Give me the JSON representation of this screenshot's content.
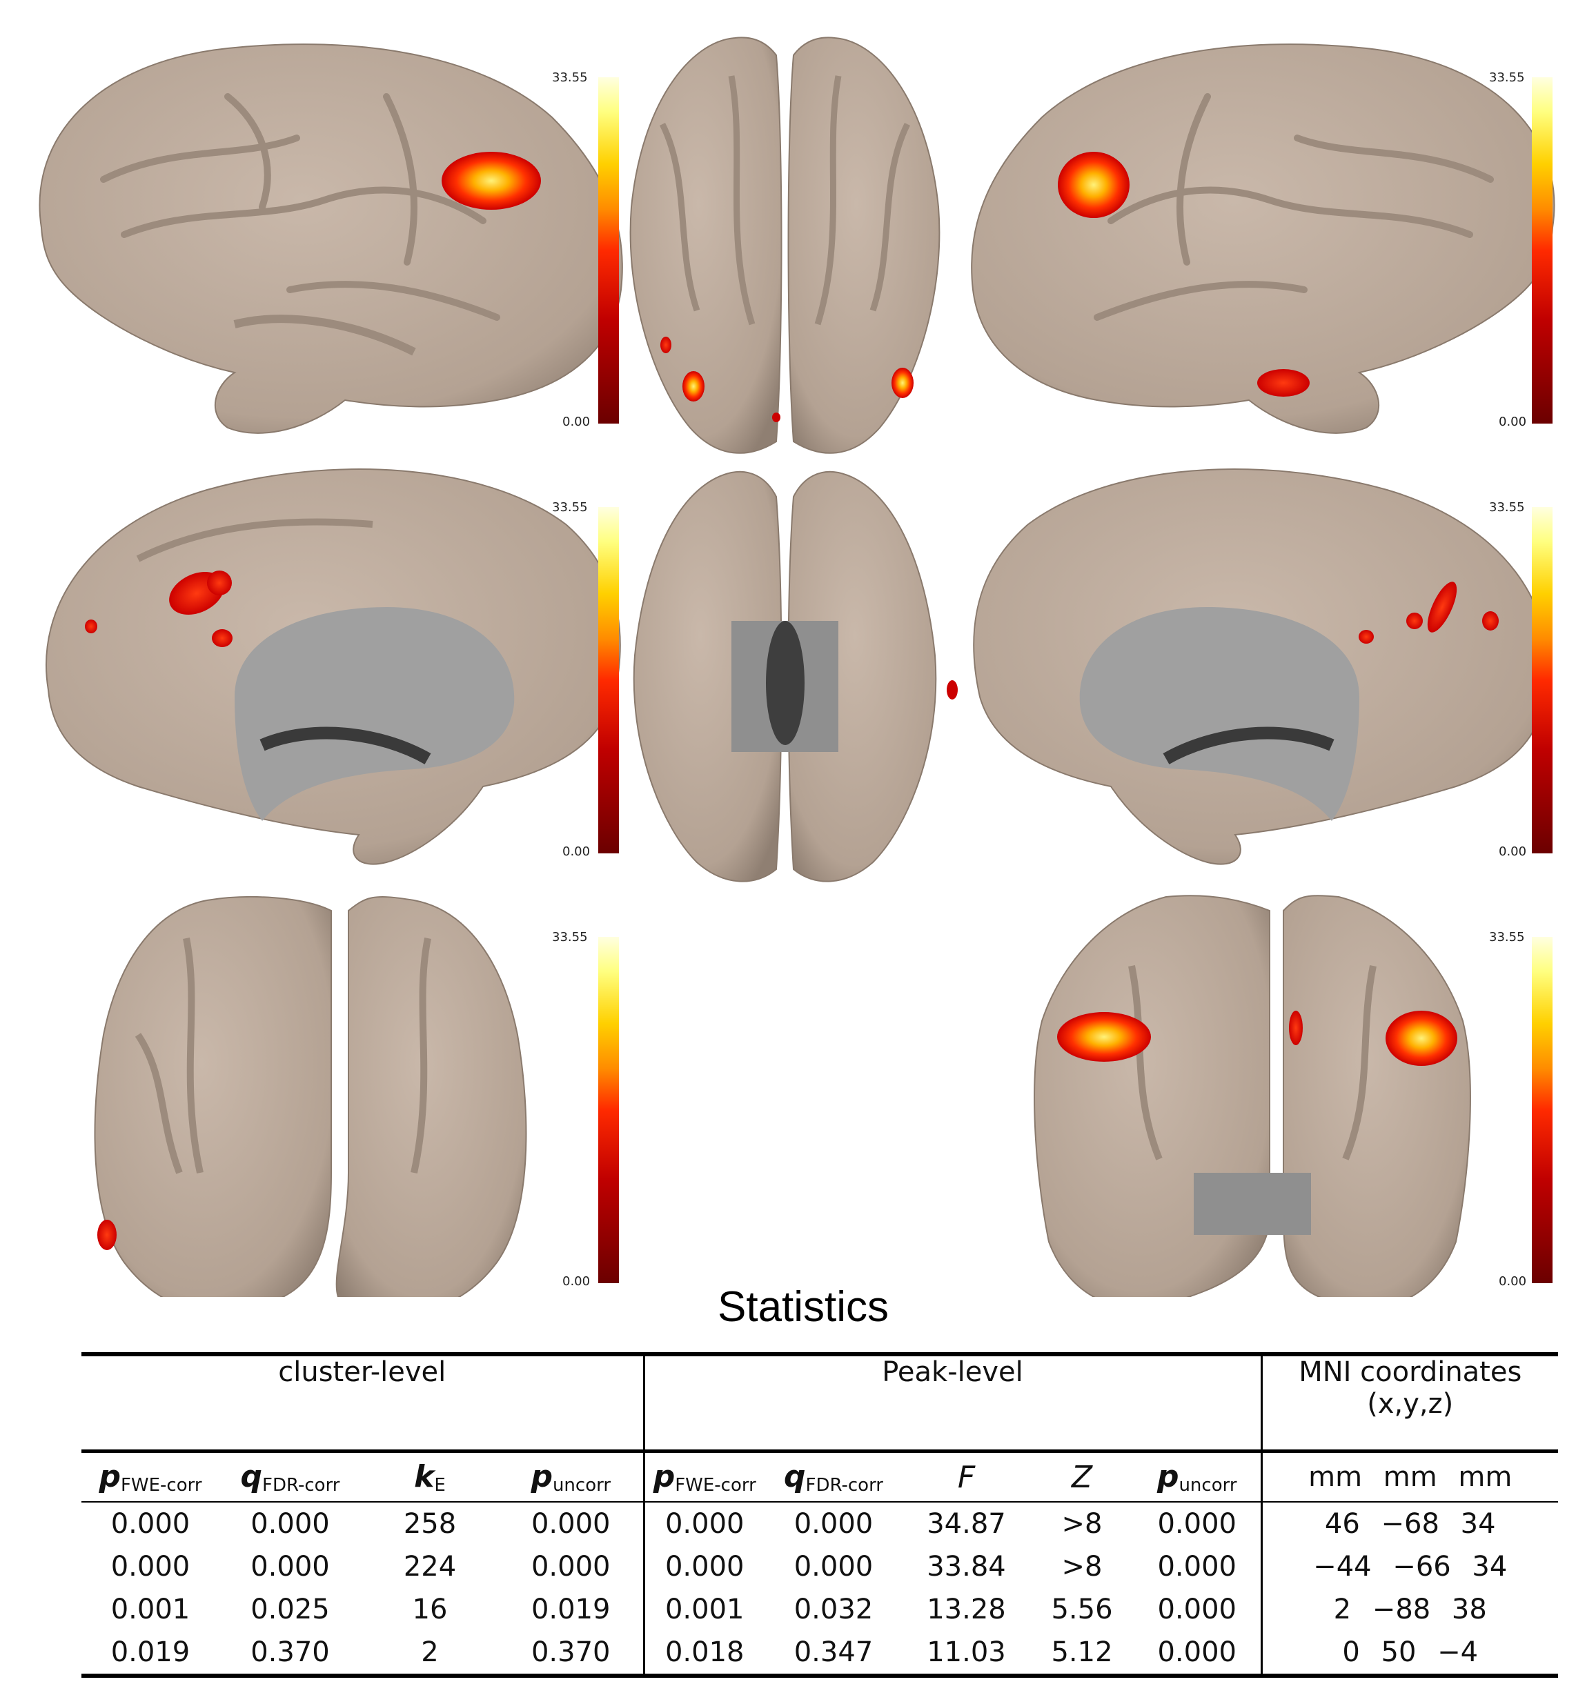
{
  "figure": {
    "colorbar_max": "33.55",
    "colorbar_min": "0.00",
    "colorbar_colors": [
      "#6b0000",
      "#c00000",
      "#ff2a00",
      "#ff8c00",
      "#ffd000",
      "#ffff80",
      "#ffffe0"
    ],
    "views": [
      "left-lateral",
      "superior",
      "right-lateral",
      "left-medial",
      "inferior",
      "right-medial",
      "anterior",
      "posterior"
    ]
  },
  "table": {
    "title": "Statistics",
    "groups": {
      "cluster": "cluster-level",
      "peak": "Peak-level",
      "mni_line1": "MNI coordinates",
      "mni_line2": "(x,y,z)"
    },
    "cluster_headers": [
      {
        "main": "p",
        "sub": "FWE-corr"
      },
      {
        "main": "q",
        "sub": "FDR-corr"
      },
      {
        "main": "k",
        "sub": "E"
      },
      {
        "main": "p",
        "sub": "uncorr"
      }
    ],
    "peak_headers": [
      {
        "main": "p",
        "sub": "FWE-corr"
      },
      {
        "main": "q",
        "sub": "FDR-corr"
      },
      {
        "main": "F",
        "sub": ""
      },
      {
        "main": "Z",
        "sub": ""
      },
      {
        "main": "p",
        "sub": "uncorr"
      }
    ],
    "mni_header": "mm mm mm",
    "rows": [
      {
        "c_pfwe": "0.000",
        "c_qfdr": "0.000",
        "ke": "258",
        "c_punc": "0.000",
        "p_pfwe": "0.000",
        "p_qfdr": "0.000",
        "f": "34.87",
        "z": ">8",
        "p_punc": "0.000",
        "mni": "46 −68 34"
      },
      {
        "c_pfwe": "0.000",
        "c_qfdr": "0.000",
        "ke": "224",
        "c_punc": "0.000",
        "p_pfwe": "0.000",
        "p_qfdr": "0.000",
        "f": "33.84",
        "z": ">8",
        "p_punc": "0.000",
        "mni": "−44 −66 34"
      },
      {
        "c_pfwe": "0.001",
        "c_qfdr": "0.025",
        "ke": "16",
        "c_punc": "0.019",
        "p_pfwe": "0.001",
        "p_qfdr": "0.032",
        "f": "13.28",
        "z": "5.56",
        "p_punc": "0.000",
        "mni": "2 −88 38"
      },
      {
        "c_pfwe": "0.019",
        "c_qfdr": "0.370",
        "ke": "2",
        "c_punc": "0.370",
        "p_pfwe": "0.018",
        "p_qfdr": "0.347",
        "f": "11.03",
        "z": "5.12",
        "p_punc": "0.000",
        "mni": "0 50 −4"
      }
    ]
  }
}
